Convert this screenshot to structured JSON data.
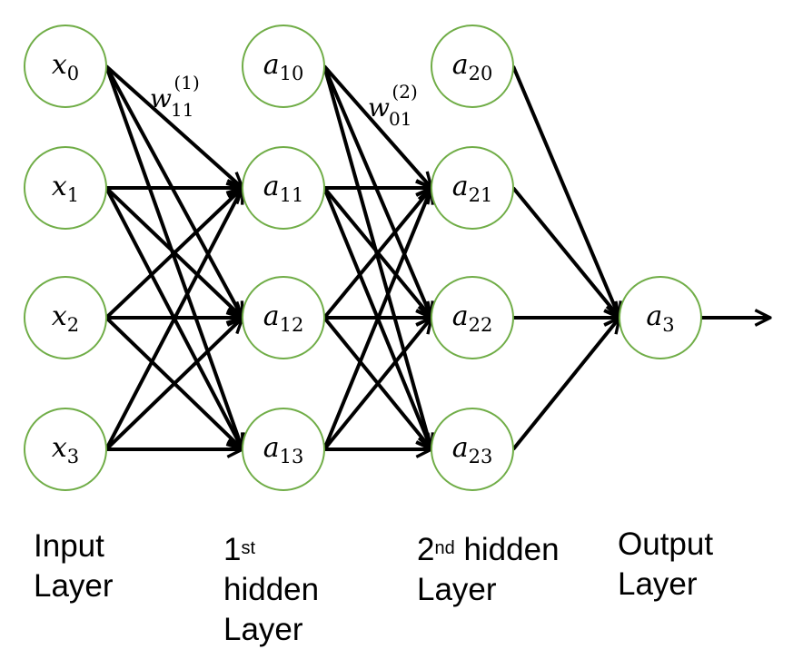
{
  "colors": {
    "node_stroke": "#70ad47",
    "edge": "#000000",
    "text": "#000000"
  },
  "layers": [
    {
      "id": "input",
      "nodes": [
        {
          "base": "x",
          "sub": "0"
        },
        {
          "base": "x",
          "sub": "1"
        },
        {
          "base": "x",
          "sub": "2"
        },
        {
          "base": "x",
          "sub": "3"
        }
      ]
    },
    {
      "id": "hidden1",
      "nodes": [
        {
          "base": "a",
          "sub": "10"
        },
        {
          "base": "a",
          "sub": "11"
        },
        {
          "base": "a",
          "sub": "12"
        },
        {
          "base": "a",
          "sub": "13"
        }
      ]
    },
    {
      "id": "hidden2",
      "nodes": [
        {
          "base": "a",
          "sub": "20"
        },
        {
          "base": "a",
          "sub": "21"
        },
        {
          "base": "a",
          "sub": "22"
        },
        {
          "base": "a",
          "sub": "23"
        }
      ]
    },
    {
      "id": "output",
      "nodes": [
        {
          "base": "a",
          "sub": "3"
        }
      ]
    }
  ],
  "edges": {
    "input_to_hidden1": {
      "from": [
        0,
        1,
        2,
        3
      ],
      "to": [
        1,
        2,
        3
      ]
    },
    "hidden1_to_hidden2": {
      "from": [
        0,
        1,
        2,
        3
      ],
      "to": [
        1,
        2,
        3
      ]
    },
    "hidden2_to_output": {
      "from": [
        0,
        1,
        2,
        3
      ],
      "to": [
        0
      ]
    },
    "output_arrow": true
  },
  "weights": [
    {
      "base": "w",
      "sub": "11",
      "sup": "(1)"
    },
    {
      "base": "w",
      "sub": "01",
      "sup": "(2)"
    }
  ],
  "layer_labels": {
    "input": {
      "line1": "Input",
      "line2": "Layer"
    },
    "hidden1": {
      "num": "1",
      "suffix": "st",
      "line2": "hidden",
      "line3": "Layer"
    },
    "hidden2": {
      "num": "2",
      "suffix": "nd",
      "rest": " hidden",
      "line2": "Layer"
    },
    "output": {
      "line1": "Output",
      "line2": "Layer"
    }
  }
}
